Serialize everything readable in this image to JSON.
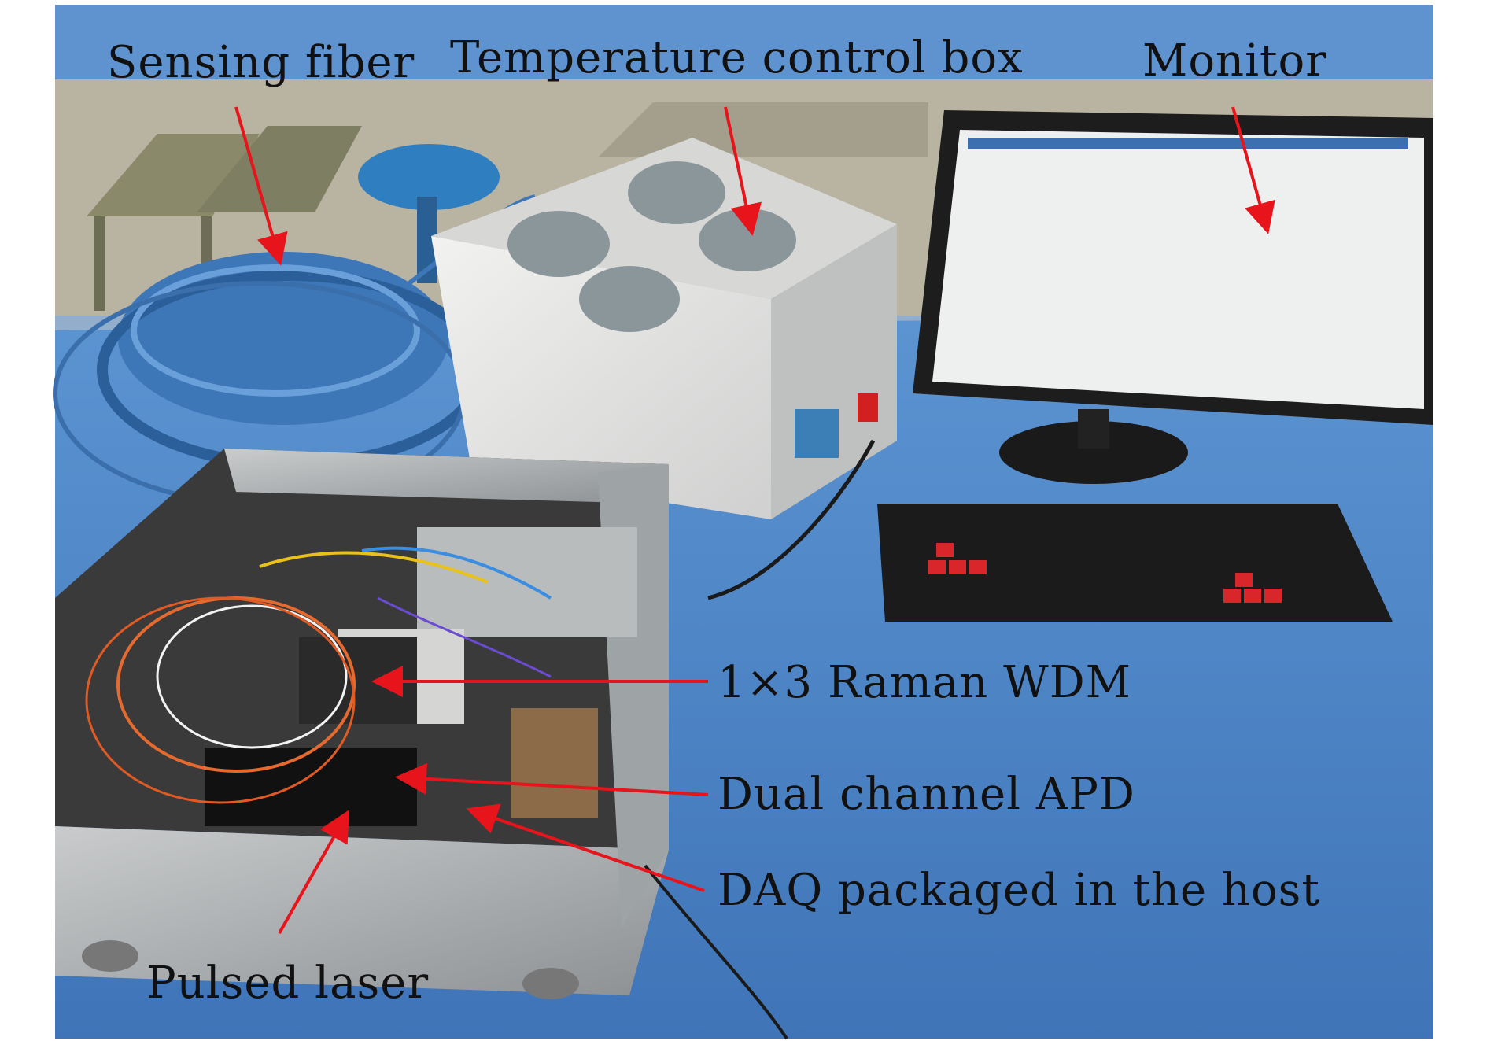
{
  "labels": {
    "sensing_fiber": "Sensing fiber",
    "temperature_control_box": "Temperature control box",
    "monitor": "Monitor",
    "raman_wdm": "1×3 Raman WDM",
    "dual_channel_apd": "Dual channel APD",
    "daq": "DAQ packaged in the host",
    "pulsed_laser": "Pulsed laser"
  },
  "colors": {
    "arrow": "#e8141b",
    "table": "#4f87c9",
    "caption_text": "#111111"
  }
}
